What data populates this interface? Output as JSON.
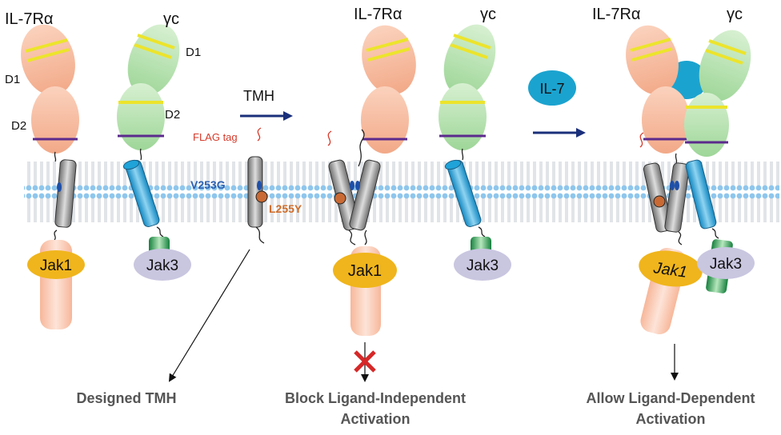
{
  "panels": [
    {
      "receptor_label": "IL-7Rα",
      "gamma_label": "γc",
      "domain_d1_left": "D1",
      "domain_d2_left": "D2",
      "domain_d1_right": "D1",
      "domain_d2_right": "D2",
      "jak_left": "Jak1",
      "jak_right": "Jak3"
    },
    {
      "receptor_label": "IL-7Rα",
      "gamma_label": "γc",
      "jak_left": "Jak1",
      "jak_right": "Jak3"
    },
    {
      "receptor_label": "IL-7Rα",
      "gamma_label": "γc",
      "jak_left": "Jak1",
      "jak_right": "Jak3"
    }
  ],
  "tmh": {
    "label": "TMH",
    "flag_label": "FLAG tag",
    "mutation_1": "V253G",
    "mutation_2": "L255Y"
  },
  "ligand": {
    "label": "IL-7"
  },
  "captions": {
    "designed": "Designed TMH",
    "block_line1": "Block Ligand-Independent",
    "block_line2": "Activation",
    "allow_line1": "Allow Ligand-Dependent",
    "allow_line2": "Activation"
  },
  "colors": {
    "il7r": "#f5b79a",
    "gamma": "#b8e3b3",
    "jak1": "#f0b51c",
    "jak3": "#c9c6e0",
    "tmh_gray": "#8c8c8c",
    "gamma_helix": "#1fa3d8",
    "membrane": "#8ec6ec",
    "arrow_blue": "#1a2f7a",
    "yellow_band": "#ece42c",
    "purple_band": "#5b2a8c",
    "ligand": "#1ba3cf",
    "red_x": "#d62828",
    "flag_red": "#d63a2a",
    "mut_blue": "#2b5fb0",
    "mut_orange": "#d06e2c"
  }
}
